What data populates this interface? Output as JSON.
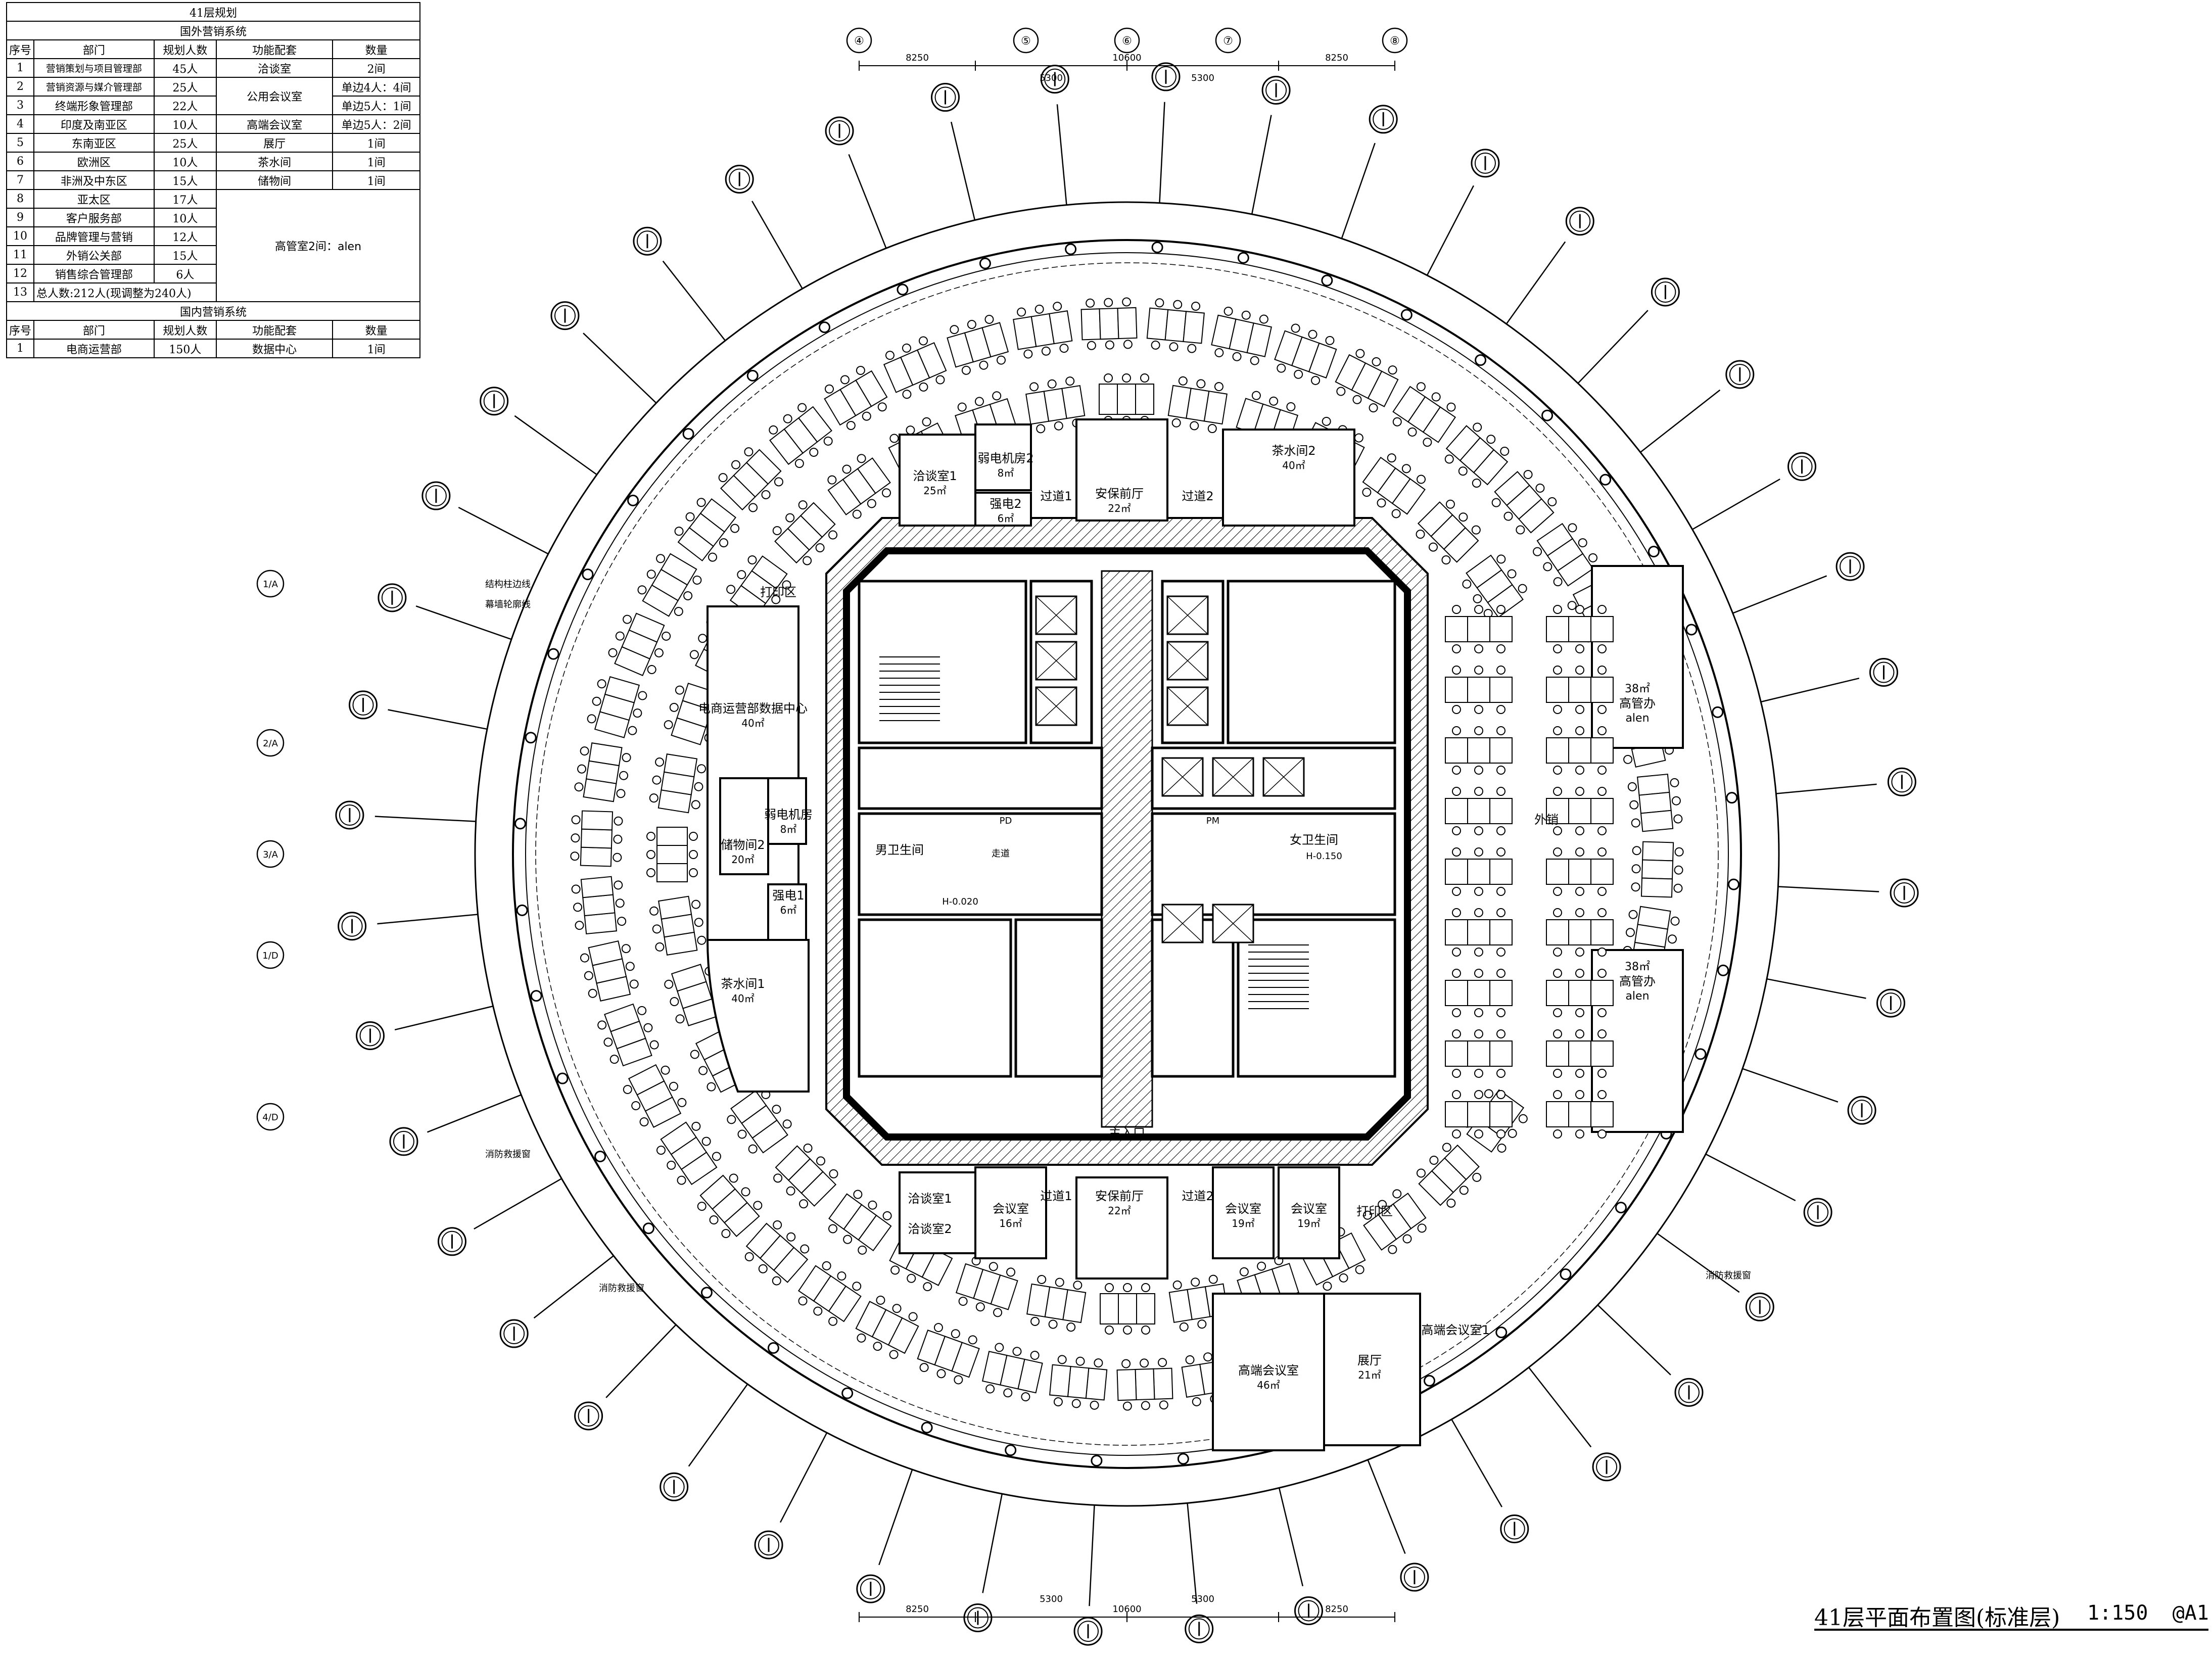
{
  "sheet": {
    "title": "41层平面布置图(标准层)",
    "scale": "1:150",
    "paper": "@A1"
  },
  "planning_table": {
    "title": "41层规划",
    "foreign_section": "国外营销系统",
    "domestic_section": "国内营销系统",
    "headers": {
      "no": "序号",
      "dept": "部门",
      "count": "规划人数",
      "function": "功能配套",
      "quantity": "数量"
    },
    "foreign_rows": [
      {
        "no": "1",
        "dept": "营销策划与项目管理部",
        "count": "45人"
      },
      {
        "no": "2",
        "dept": "营销资源与媒介管理部",
        "count": "25人"
      },
      {
        "no": "3",
        "dept": "终端形象管理部",
        "count": "22人"
      },
      {
        "no": "4",
        "dept": "印度及南亚区",
        "count": "10人"
      },
      {
        "no": "5",
        "dept": "东南亚区",
        "count": "25人"
      },
      {
        "no": "6",
        "dept": "欧洲区",
        "count": "10人"
      },
      {
        "no": "7",
        "dept": "非洲及中东区",
        "count": "15人"
      },
      {
        "no": "8",
        "dept": "亚太区",
        "count": "17人"
      },
      {
        "no": "9",
        "dept": "客户服务部",
        "count": "10人"
      },
      {
        "no": "10",
        "dept": "品牌管理与营销",
        "count": "12人"
      },
      {
        "no": "11",
        "dept": "外销公关部",
        "count": "15人"
      },
      {
        "no": "12",
        "dept": "销售综合管理部",
        "count": "6人"
      }
    ],
    "total": {
      "no": "13",
      "text": "总人数:212人(现调整为240人)"
    },
    "foreign_functions": [
      {
        "name": "洽谈室",
        "qty": "2间"
      },
      {
        "name": "公用会议室",
        "qty": "单边4人：4间",
        "qty2": "单边5人：1间"
      },
      {
        "name": "高端会议室",
        "qty": "单边5人：2间"
      },
      {
        "name": "展厅",
        "qty": "1间"
      },
      {
        "name": "茶水间",
        "qty": "1间"
      },
      {
        "name": "储物间",
        "qty": "1间"
      }
    ],
    "exec_note": "高管室2间：alen",
    "domestic_rows": [
      {
        "no": "1",
        "dept": "电商运营部",
        "count": "150人"
      }
    ],
    "domestic_function": {
      "name": "数据中心",
      "qty": "1间"
    }
  },
  "dimensions": {
    "bay_outer": "8250",
    "bay_center": "10600",
    "bay_half": "5300"
  },
  "grid_labels": {
    "top": [
      "④",
      "⑤",
      "⑥",
      "⑦",
      "⑧"
    ],
    "left": [
      "1/A",
      "2/A",
      "3/A",
      "1/D",
      "4/D"
    ]
  },
  "rooms": [
    {
      "label": "洽谈室1",
      "area": "25㎡",
      "key": "meeting-top-left"
    },
    {
      "label": "弱电机房2",
      "area": "8㎡",
      "key": "weak-power-2"
    },
    {
      "label": "强电2",
      "area": "6㎡",
      "key": "strong-power-2"
    },
    {
      "label": "过道1",
      "area": "",
      "key": "corridor-top-1"
    },
    {
      "label": "安保前厅",
      "area": "22㎡",
      "key": "security-top"
    },
    {
      "label": "过道2",
      "area": "",
      "key": "corridor-top-2"
    },
    {
      "label": "茶水间2",
      "area": "40㎡",
      "key": "pantry-2"
    },
    {
      "label": "打印区",
      "area": "",
      "key": "print-left"
    },
    {
      "label": "电商运营部数据中心",
      "area": "40㎡",
      "key": "data-center"
    },
    {
      "label": "储物间2",
      "area": "20㎡",
      "key": "storage-2"
    },
    {
      "label": "弱电机房",
      "area": "8㎡",
      "key": "weak-power-1"
    },
    {
      "label": "强电1",
      "area": "6㎡",
      "key": "strong-power-1"
    },
    {
      "label": "茶水间1",
      "area": "40㎡",
      "key": "pantry-1"
    },
    {
      "label": "男卫生间",
      "area": "",
      "key": "wc-male"
    },
    {
      "label": "女卫生间",
      "area": "",
      "key": "wc-female"
    },
    {
      "label": "外销",
      "area": "",
      "key": "foreign-sales"
    },
    {
      "label": "高管办",
      "area": "38㎡",
      "key": "exec-office-1",
      "person": "alen"
    },
    {
      "label": "高管办",
      "area": "38㎡",
      "key": "exec-office-2",
      "person": "alen"
    },
    {
      "label": "洽谈室1",
      "area": "",
      "key": "meeting-bottom-a"
    },
    {
      "label": "洽谈室2",
      "area": "",
      "key": "meeting-bottom-b"
    },
    {
      "label": "会议室",
      "area": "16㎡",
      "key": "meeting-bottom-c"
    },
    {
      "label": "过道1",
      "area": "",
      "key": "corridor-bottom-1"
    },
    {
      "label": "安保前厅",
      "area": "22㎡",
      "key": "security-bottom"
    },
    {
      "label": "过道2",
      "area": "",
      "key": "corridor-bottom-2"
    },
    {
      "label": "会议室",
      "area": "19㎡",
      "key": "meeting-bottom-d"
    },
    {
      "label": "会议室",
      "area": "19㎡",
      "key": "meeting-bottom-e"
    },
    {
      "label": "打印区",
      "area": "",
      "key": "print-right"
    },
    {
      "label": "高端会议室",
      "area": "46㎡",
      "key": "vip-meeting-2"
    },
    {
      "label": "展厅",
      "area": "21㎡",
      "key": "exhibition"
    },
    {
      "label": "高端会议室1",
      "area": "",
      "key": "vip-meeting-1"
    },
    {
      "label": "主入口",
      "area": "",
      "key": "main-entry"
    }
  ],
  "annotations": [
    {
      "text": "结构柱边线",
      "key": "structure-line"
    },
    {
      "text": "幕墙轮廓线",
      "key": "curtain-line"
    },
    {
      "text": "消防救援窗",
      "key": "fire-window-a"
    },
    {
      "text": "消防救援窗",
      "key": "fire-window-b"
    },
    {
      "text": "消防救援窗",
      "key": "fire-window-c"
    },
    {
      "text": "H-0.020",
      "key": "level-a"
    },
    {
      "text": "H-0.150",
      "key": "level-b"
    },
    {
      "text": "走道",
      "key": "aisle-a"
    },
    {
      "text": "PM",
      "key": "pm"
    },
    {
      "text": "PD",
      "key": "pd"
    }
  ]
}
